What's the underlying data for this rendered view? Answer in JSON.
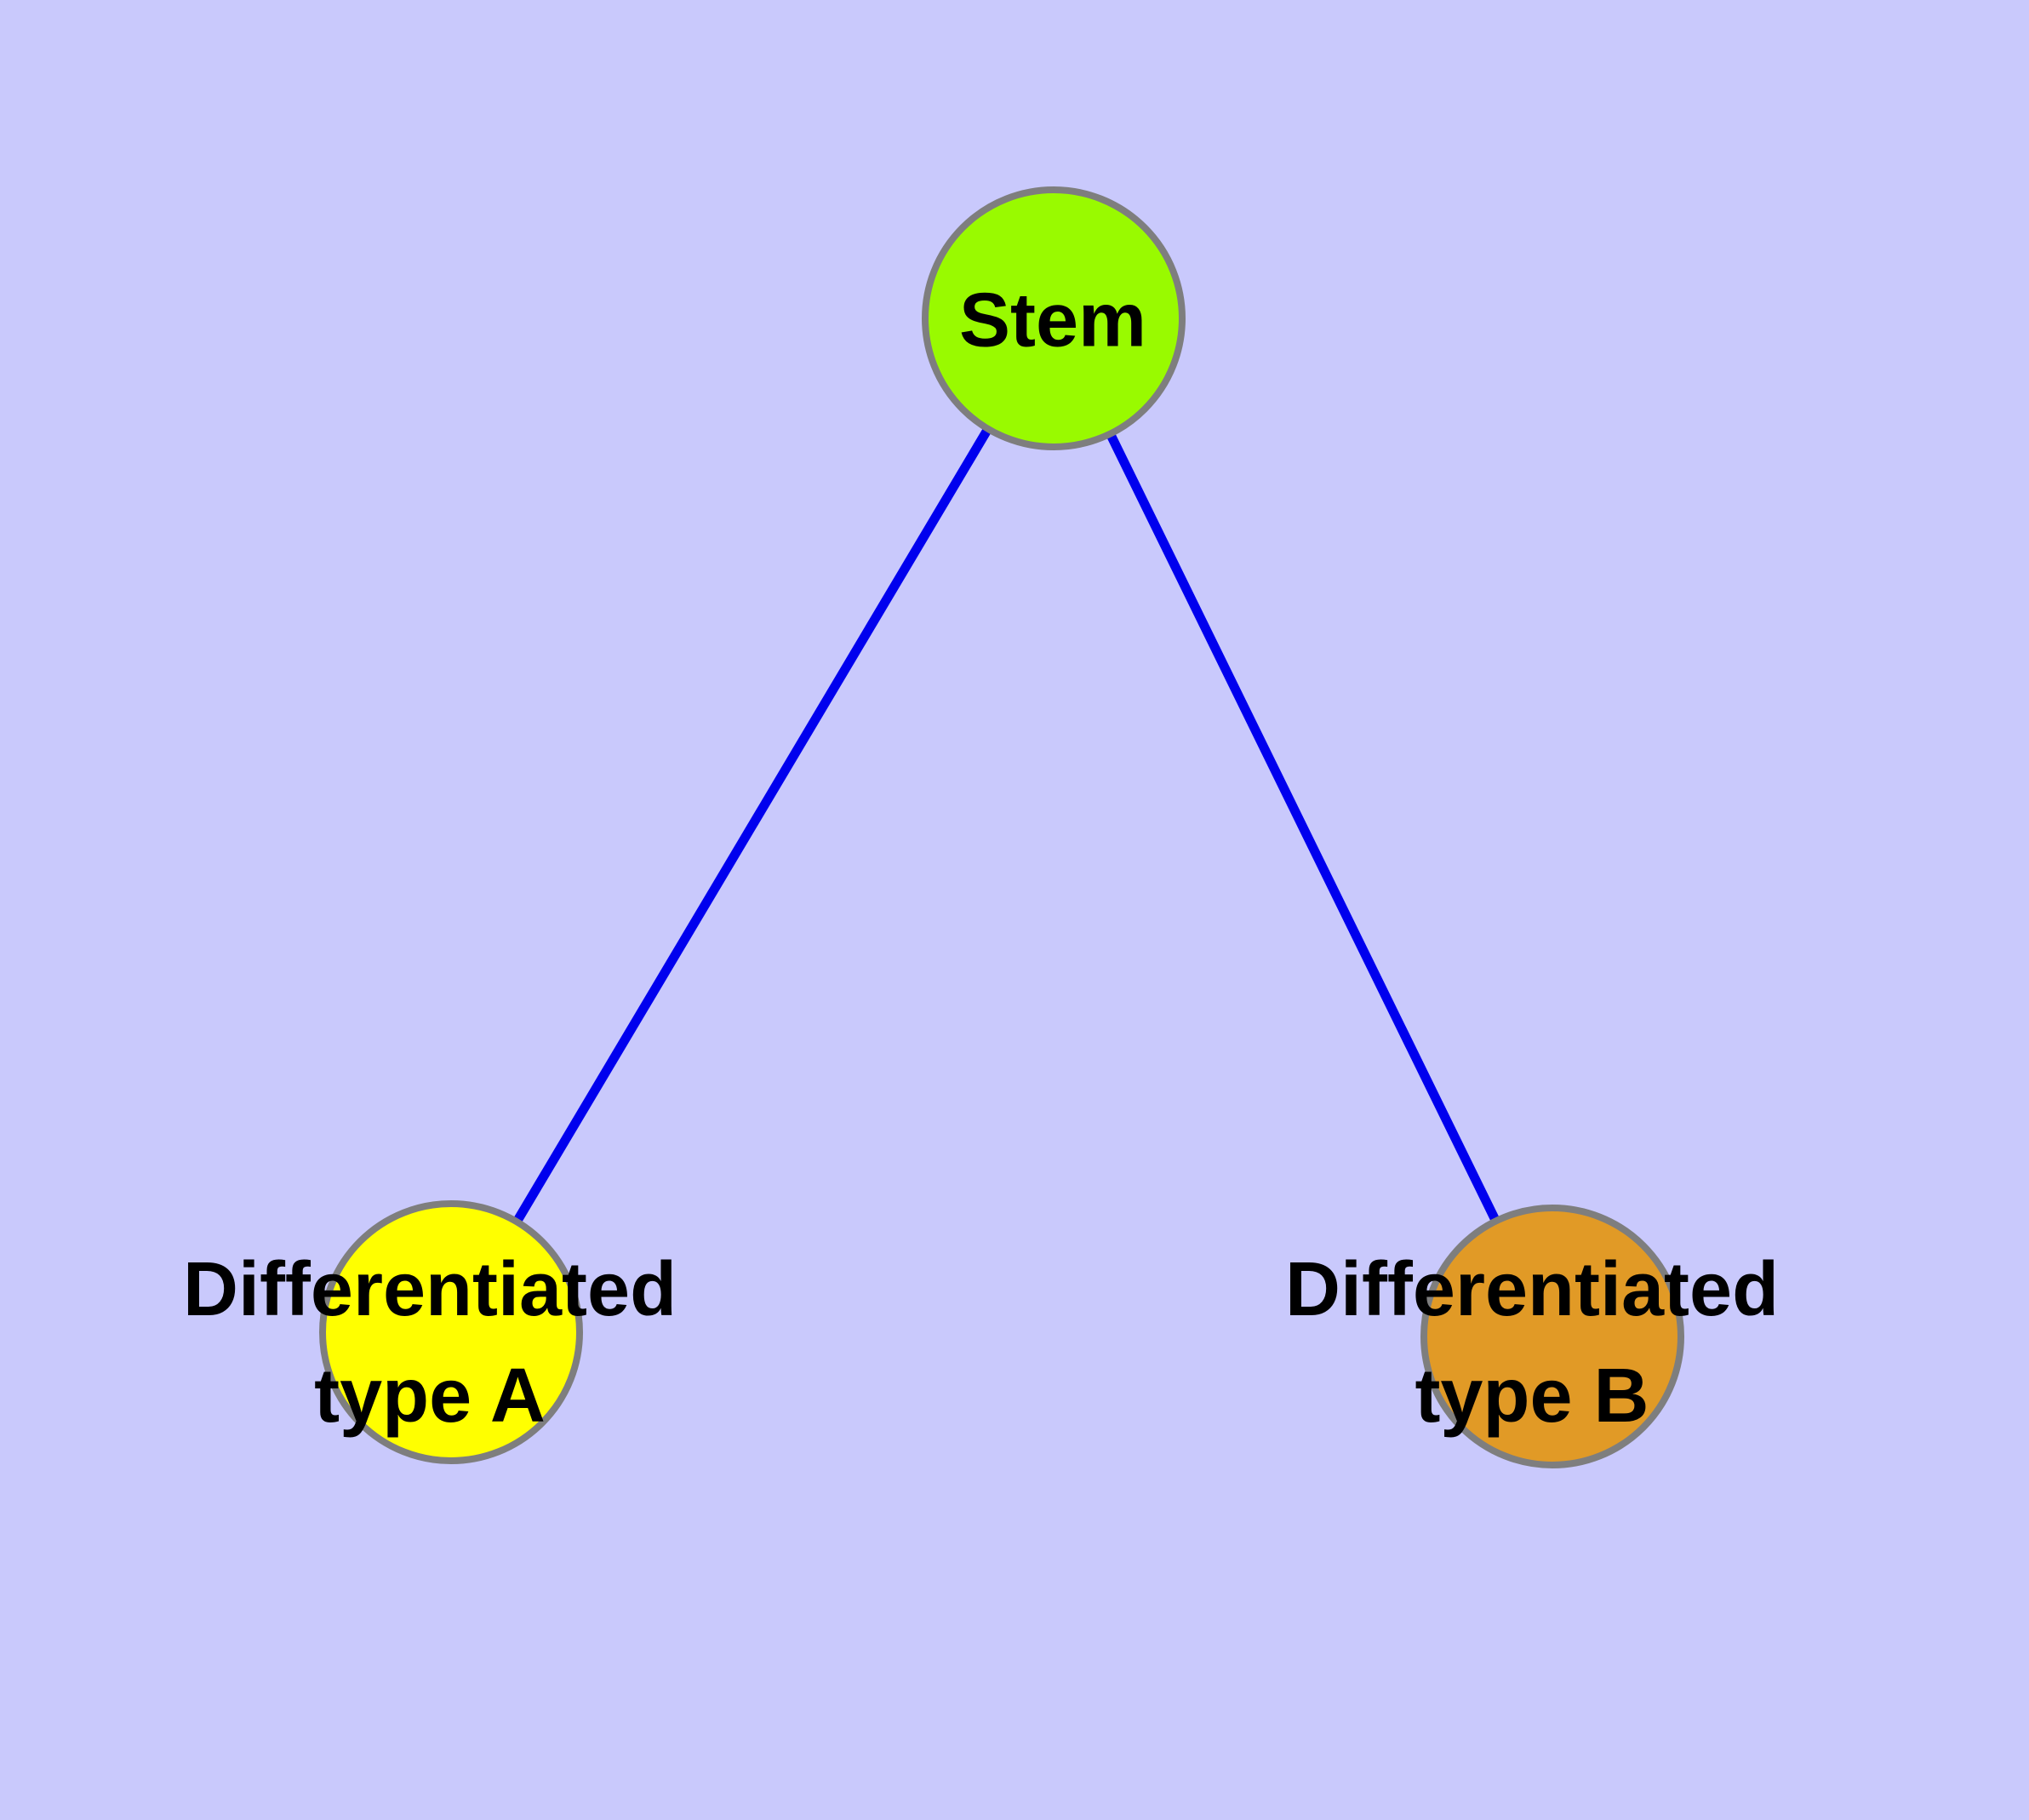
{
  "diagram": {
    "background_color": "#C9C9FC",
    "edge_color": "#0000EE",
    "node_border_color": "#7E7E7E",
    "label_color": "#000000",
    "nodes": [
      {
        "id": "stem",
        "label": "Stem",
        "fill": "#99FA00"
      },
      {
        "id": "differentiated-type-a",
        "label_line1": "Differentiated",
        "label_line2": "type A",
        "fill": "#FFFF00"
      },
      {
        "id": "differentiated-type-b",
        "label_line1": "Differentiated",
        "label_line2": "type B",
        "fill": "#E19A26"
      }
    ],
    "edges": [
      {
        "from": "Stem",
        "to": "Differentiated type A"
      },
      {
        "from": "Stem",
        "to": "Differentiated type B"
      }
    ]
  }
}
